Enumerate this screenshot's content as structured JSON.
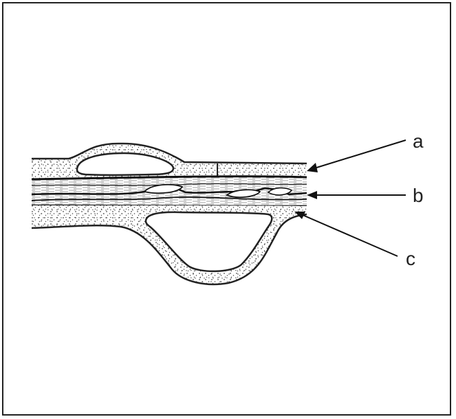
{
  "labels": {
    "a": "a",
    "b": "b",
    "c": "c"
  },
  "colors": {
    "ink": "#222222",
    "paper": "#ffffff",
    "stipple": "#4a4a4a"
  }
}
